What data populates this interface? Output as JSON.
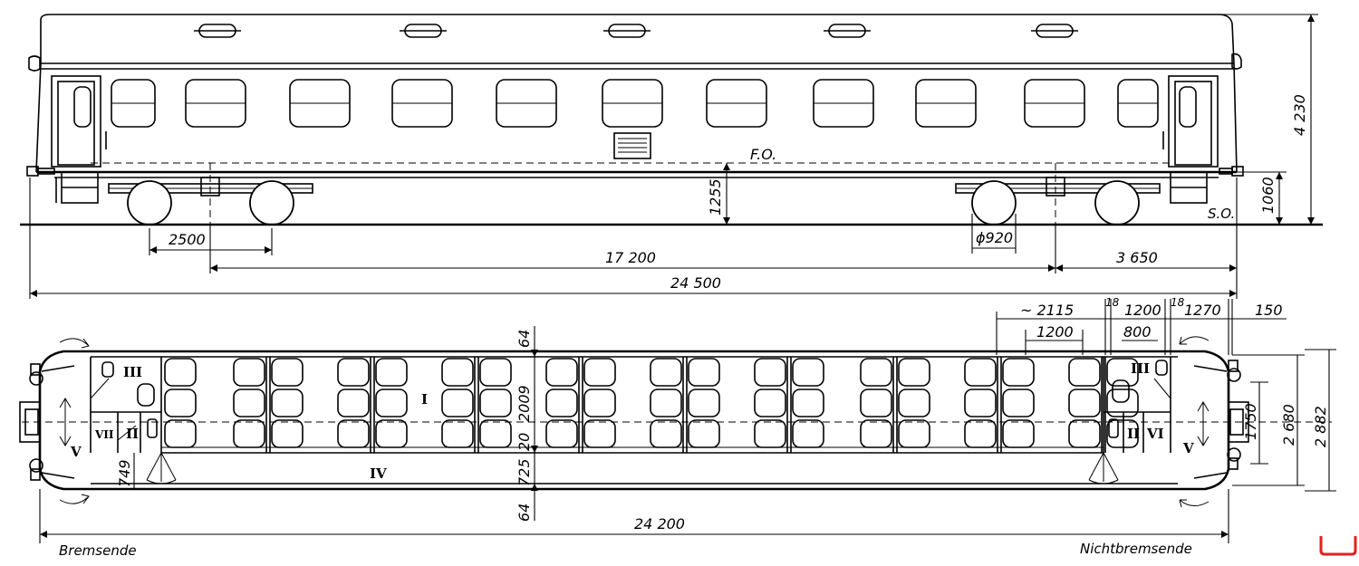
{
  "side_view": {
    "dim_height_total": "4 230",
    "dim_floor_height": "1255",
    "dim_buffer_height": "1060",
    "dim_wheel_dia": "ϕ920",
    "dim_bogie_wheelbase": "2500",
    "dim_bogie_centers": "17 200",
    "dim_overhang": "3 650",
    "dim_length_over_buffers": "24 500",
    "label_fo": "F.O.",
    "label_so": "S.O."
  },
  "plan_view": {
    "dim_compartment": "~ 2115",
    "dim_seat_pitch": "1200",
    "dim_18_left": "18",
    "dim_vest_1200": "1200",
    "dim_vest_800": "800",
    "dim_18_right": "18",
    "dim_1270": "1270",
    "dim_150": "150",
    "dim_64_top": "64",
    "dim_2009": "2009",
    "dim_20": "20",
    "dim_725": "725",
    "dim_64_bottom": "64",
    "dim_749": "749",
    "dim_1750": "1750",
    "dim_2680": "2 680",
    "dim_2882": "2 882",
    "dim_body_length": "24 200",
    "label_left_end": "Bremsende",
    "label_right_end": "Nichtbremsende",
    "room_I": "I",
    "room_II_left": "II",
    "room_II_right": "II",
    "room_III_left": "III",
    "room_III_right": "III",
    "room_IV": "IV",
    "room_V_left": "V",
    "room_V_right": "V",
    "room_VI": "VI",
    "room_VII": "VII"
  },
  "counts": {
    "side_windows": 11,
    "roof_vents": 5,
    "seat_bays": 9
  }
}
